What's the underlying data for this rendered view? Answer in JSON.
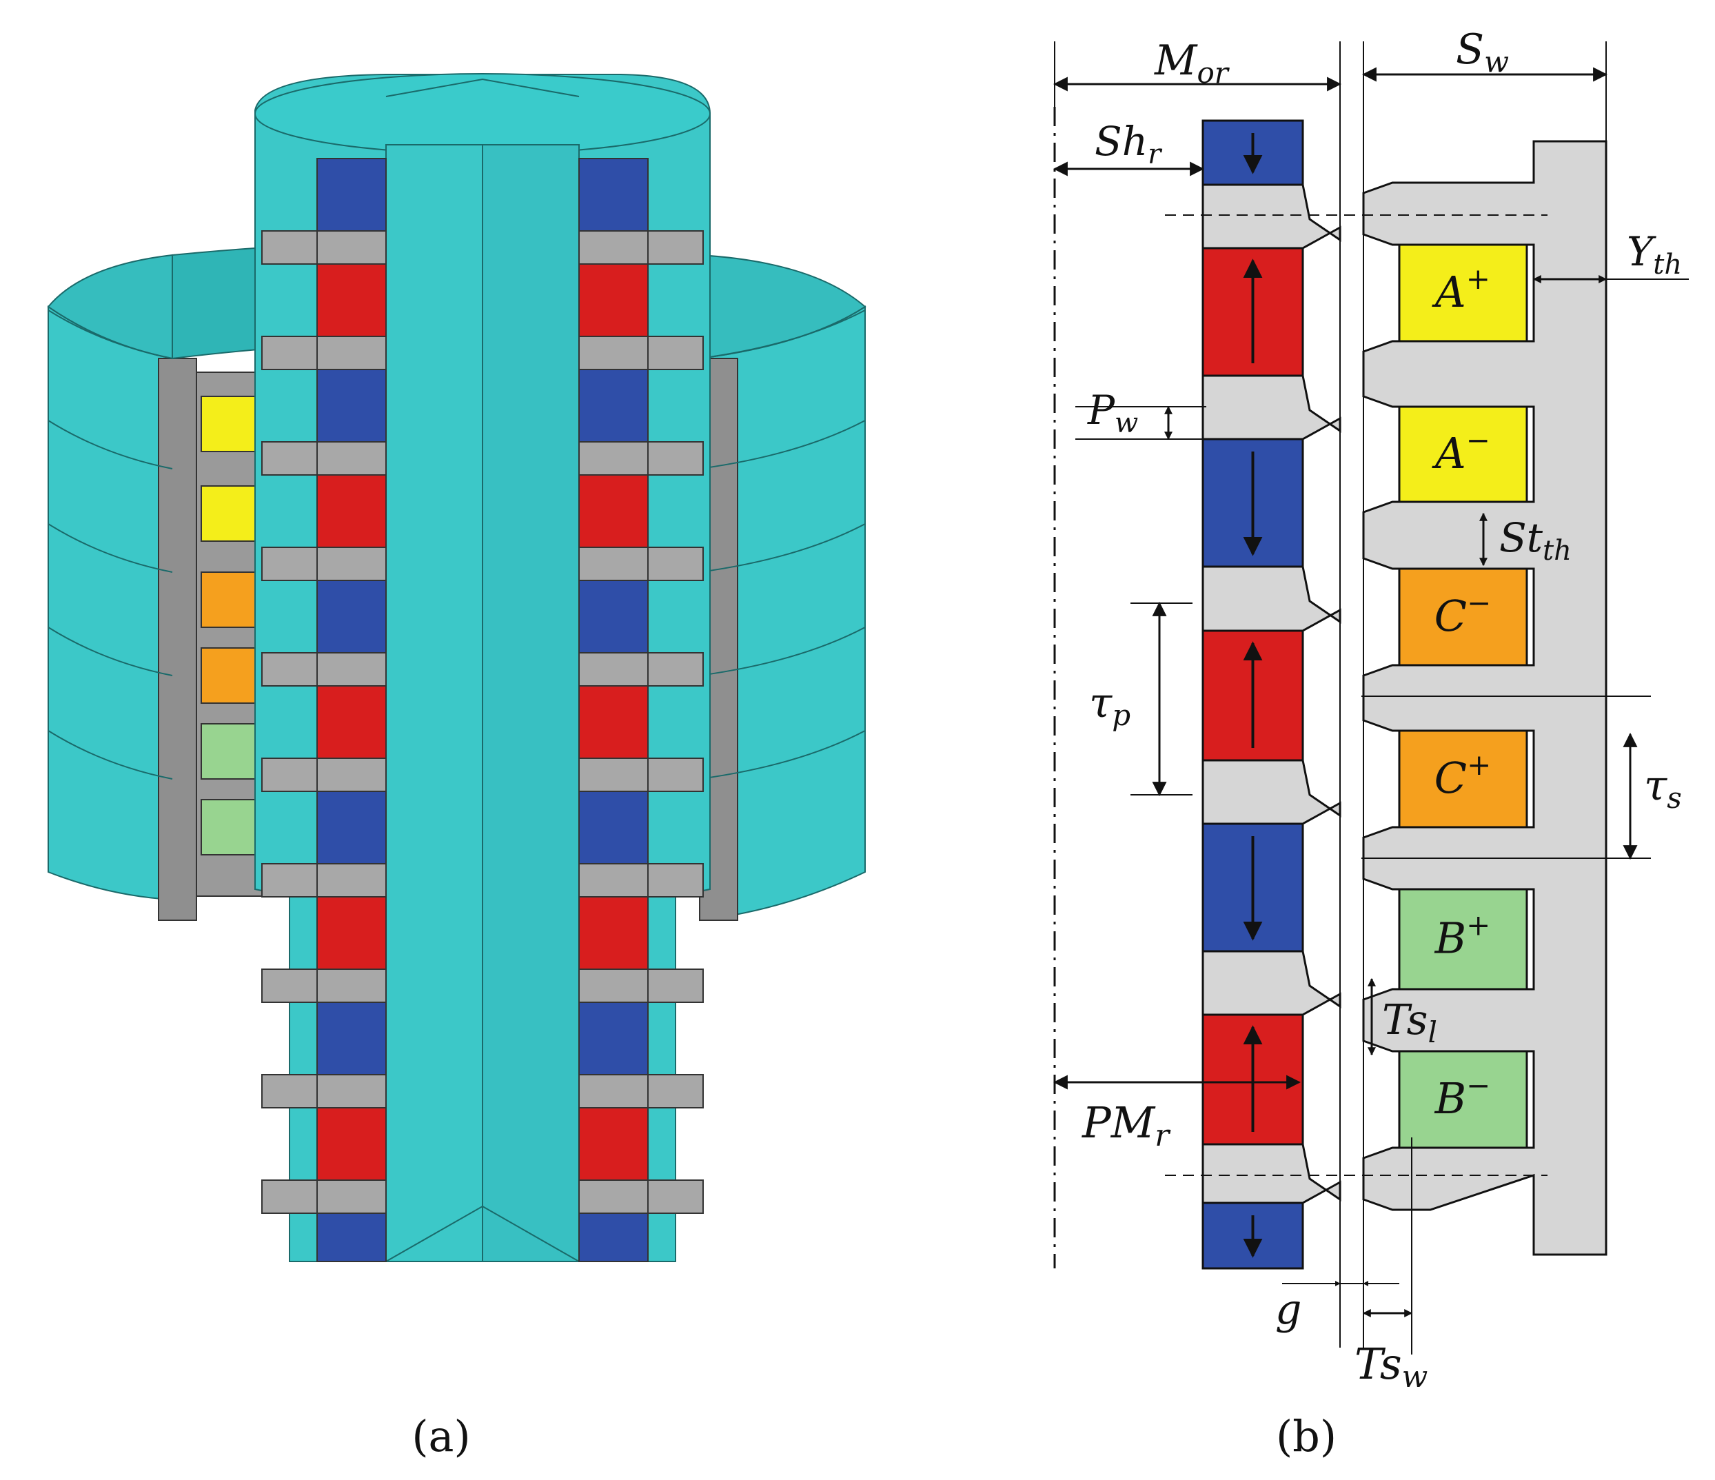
{
  "colors": {
    "cyan": "#3CC8C8",
    "cyan_dark": "#2AA6A8",
    "gray": "#A8A8A8",
    "blue_magnet": "#2F4EA8",
    "red_magnet": "#D81E1E",
    "yellow_coil": "#F4EE1A",
    "orange_coil": "#F5A01E",
    "green_coil": "#98D490",
    "iron_gray": "#D6D6D6"
  },
  "captions": {
    "a": "(a)",
    "b": "(b)"
  },
  "labels": {
    "M": "M",
    "M_sub": "or",
    "S": "S",
    "S_sub": "w",
    "Sh": "Sh",
    "Sh_sub": "r",
    "Y": "Y",
    "Y_sub": "th",
    "P": "P",
    "P_sub": "w",
    "St": "St",
    "St_sub": "th",
    "tau_p": "τ",
    "tau_p_sub": "p",
    "tau_s": "τ",
    "tau_s_sub": "s",
    "Ts_l": "Ts",
    "Ts_l_sub": "l",
    "PM": "PM",
    "PM_sub": "r",
    "g": "g",
    "Ts_w": "Ts",
    "Ts_w_sub": "w"
  },
  "coils": [
    {
      "letter": "A",
      "sign": "+"
    },
    {
      "letter": "A",
      "sign": "−"
    },
    {
      "letter": "C",
      "sign": "−"
    },
    {
      "letter": "C",
      "sign": "+"
    },
    {
      "letter": "B",
      "sign": "+"
    },
    {
      "letter": "B",
      "sign": "−"
    }
  ],
  "magnets": [
    "down",
    "up",
    "down",
    "up",
    "down",
    "up",
    "down"
  ]
}
